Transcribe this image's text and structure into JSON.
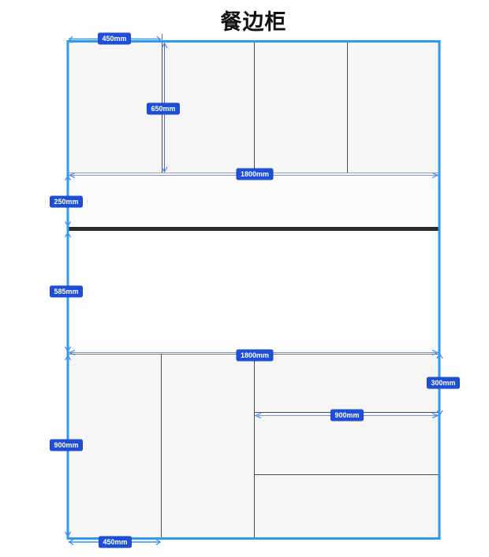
{
  "title": "餐边柜",
  "dimensions": {
    "top_door_width": "450mm",
    "top_cabinet_height": "650mm",
    "top_cabinet_width": "1800mm",
    "gap_height": "250mm",
    "counter_section_height": "585mm",
    "base_cabinet_width": "1800mm",
    "shelf_section_height": "300mm",
    "shelf_width": "900mm",
    "base_cabinet_height": "900mm",
    "base_door_width": "450mm"
  },
  "colors": {
    "outline_blue": "#2e9af3",
    "badge_blue": "#1d4ed8",
    "dimension_line": "#7f91d8",
    "panel_divider": "#4d4d4d",
    "panel_fill": "#f6f6f7",
    "countertop_black": "#2b2b2b"
  }
}
